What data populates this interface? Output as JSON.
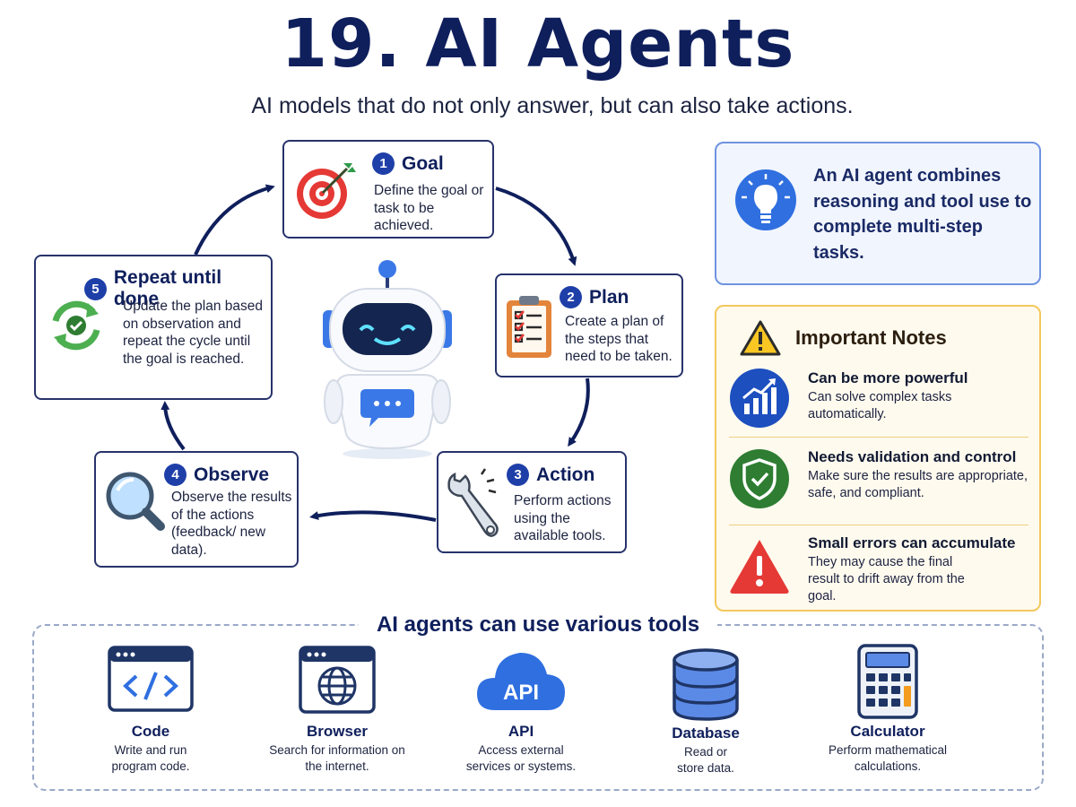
{
  "header": {
    "title": "19. AI Agents",
    "subtitle": "AI models that do not only answer, but can also take actions."
  },
  "steps": [
    {
      "number": "1",
      "title": "Goal",
      "description": "Define the goal or task to be achieved.",
      "icon": "target-icon"
    },
    {
      "number": "2",
      "title": "Plan",
      "description": "Create a plan of the steps that need to be taken.",
      "icon": "clipboard-checklist-icon"
    },
    {
      "number": "3",
      "title": "Action",
      "description": "Perform actions using the available tools.",
      "icon": "wrench-icon"
    },
    {
      "number": "4",
      "title": "Observe",
      "description": "Observe the results of the actions (feedback/ new data).",
      "icon": "magnifier-icon"
    },
    {
      "number": "5",
      "title": "Repeat until done",
      "description": "Update the plan based on observation and repeat the cycle until the goal is reached.",
      "icon": "refresh-check-icon"
    }
  ],
  "center": {
    "icon": "robot-icon"
  },
  "info": {
    "text": "An AI agent combines reasoning and tool use to complete multi-step tasks.",
    "icon": "lightbulb-icon"
  },
  "notes": {
    "title": "Important Notes",
    "icon": "warning-icon",
    "items": [
      {
        "title": "Can be more powerful",
        "description": "Can solve complex tasks automatically.",
        "icon": "growth-chart-icon"
      },
      {
        "title": "Needs validation and control",
        "description": "Make sure the results are appropriate, safe, and compliant.",
        "icon": "shield-check-icon"
      },
      {
        "title": "Small errors can accumulate",
        "description": "They may cause the final result to drift away from the goal.",
        "icon": "alert-triangle-icon"
      }
    ]
  },
  "tools": {
    "title": "AI agents can use various tools",
    "items": [
      {
        "name": "Code",
        "description": "Write and run program code.",
        "icon": "code-window-icon"
      },
      {
        "name": "Browser",
        "description": "Search for information on the internet.",
        "icon": "browser-globe-icon"
      },
      {
        "name": "API",
        "description": "Access external services or systems.",
        "icon": "api-cloud-icon",
        "icon_label": "API"
      },
      {
        "name": "Database",
        "description": "Read or store data.",
        "icon": "database-icon"
      },
      {
        "name": "Calculator",
        "description": "Perform mathematical calculations.",
        "icon": "calculator-icon"
      }
    ]
  },
  "colors": {
    "navy": "#0f1f5c",
    "accent_blue": "#1e3fa8",
    "target_red": "#e53935",
    "note_green": "#2e7d32",
    "warning_yellow": "#f9c623"
  }
}
